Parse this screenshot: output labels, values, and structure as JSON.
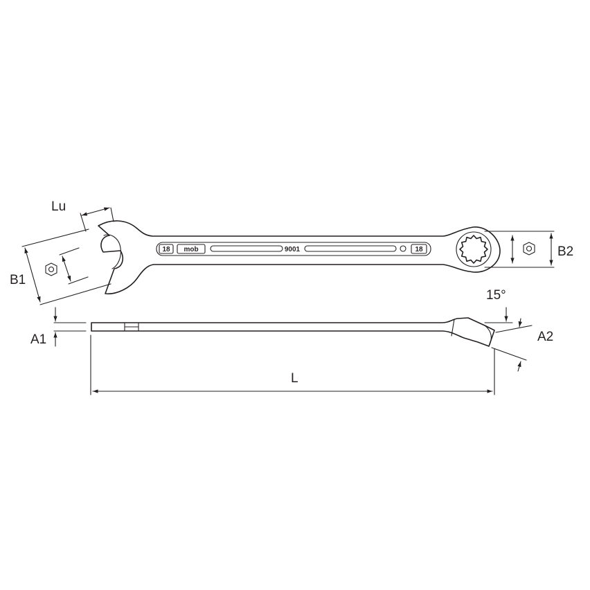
{
  "diagram": {
    "labels": {
      "lu": "Lu",
      "b1": "B1",
      "b2": "B2",
      "a1": "A1",
      "a2": "A2",
      "l": "L",
      "angle": "15°"
    },
    "stamp": {
      "size_left": "18",
      "brand": "mob",
      "code": "9001",
      "size_right": "18"
    }
  }
}
